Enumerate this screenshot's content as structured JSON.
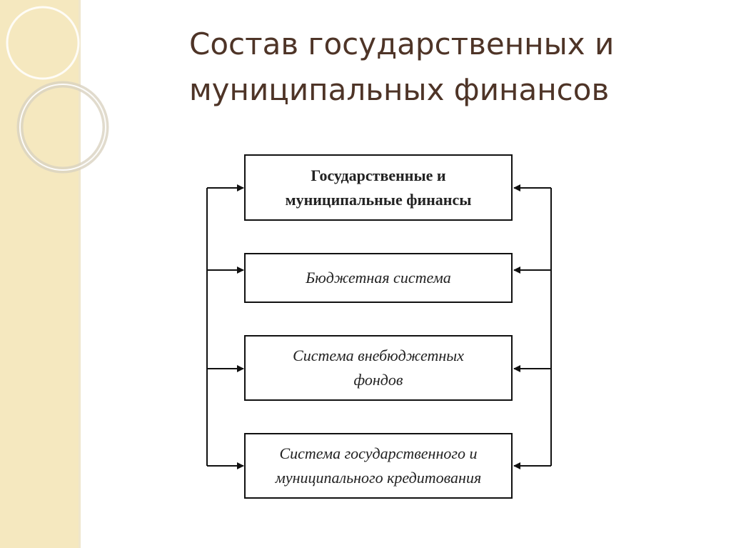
{
  "slide": {
    "title_line1": "Состав государственных и",
    "title_line2": "муниципальных финансов"
  },
  "diagram": {
    "boxes": [
      {
        "line1": "Государственные и",
        "line2": "муниципальные финансы",
        "style": "bold"
      },
      {
        "line1": "Бюджетная система",
        "line2": "",
        "style": "italic"
      },
      {
        "line1": "Система внебюджетных",
        "line2": "фондов",
        "style": "italic"
      },
      {
        "line1": "Система государственного и",
        "line2": "муниципального кредитования",
        "style": "italic"
      }
    ]
  },
  "colors": {
    "title": "#4e3427",
    "side_panel": "#f5e8bf",
    "box_border": "#111111",
    "connector": "#111111"
  }
}
